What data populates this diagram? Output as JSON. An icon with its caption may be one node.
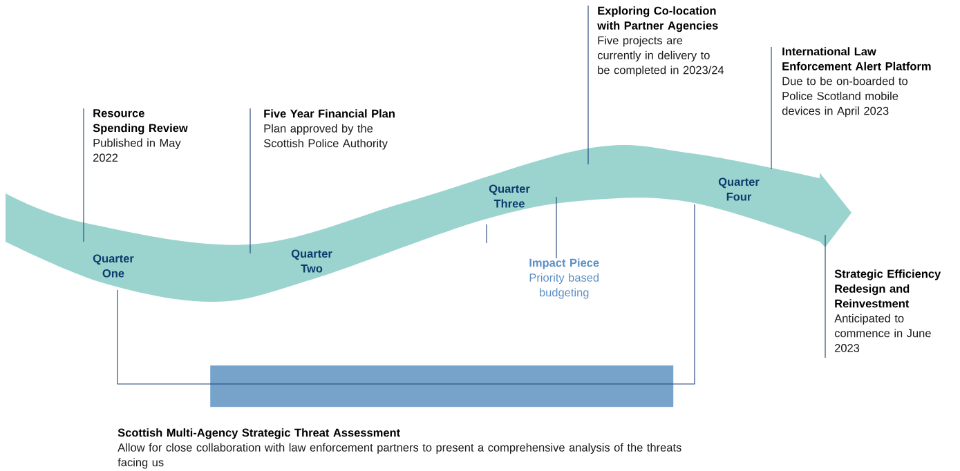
{
  "diagram": {
    "nodes": [
      {
        "text": [
          "Quarter One",
          "Quarter Two",
          "Quarter Three",
          "Quarter Four"
        ]
      },
      {
        "text": [
          "Resource Spending Review",
          "Published in May 2022"
        ]
      },
      {
        "text": [
          "Five Year Financial Plan",
          "Plan approved by the Scottish Police Authority"
        ]
      },
      {
        "text": [
          "Exploring Co-location with Partner Agencies",
          "Five projects are currently in delivery to be completed in 2023/24"
        ]
      },
      {
        "text": [
          "International Law Enforcement Alert Platform",
          "Due to be on-boarded to Police Scotland mobile devices in April 2023"
        ]
      },
      {
        "text": [
          "Impact Piece",
          "Priority based budgeting"
        ]
      },
      {
        "text": [
          "Strategic Efficiency Redesign and Reinvestment",
          "Anticipated to commence in June 2023"
        ]
      },
      {
        "text": [],
        "shape": "bar"
      },
      {
        "text": [
          "Scottish Multi-Agency Strategic Threat Assessment",
          "Allow for close collaboration with law enforcement partners to present a comprehensive analysis of the threats facing us"
        ]
      }
    ],
    "edges": [
      {
        "from": 1,
        "to": 0,
        "arrow": "none"
      },
      {
        "from": 2,
        "to": 0,
        "arrow": "none"
      },
      {
        "from": 3,
        "to": 0,
        "arrow": "none"
      },
      {
        "from": 4,
        "to": 0,
        "arrow": "none"
      },
      {
        "from": 5,
        "to": 0,
        "arrow": "none"
      },
      {
        "from": 6,
        "to": 0,
        "arrow": "none"
      }
    ]
  }
}
